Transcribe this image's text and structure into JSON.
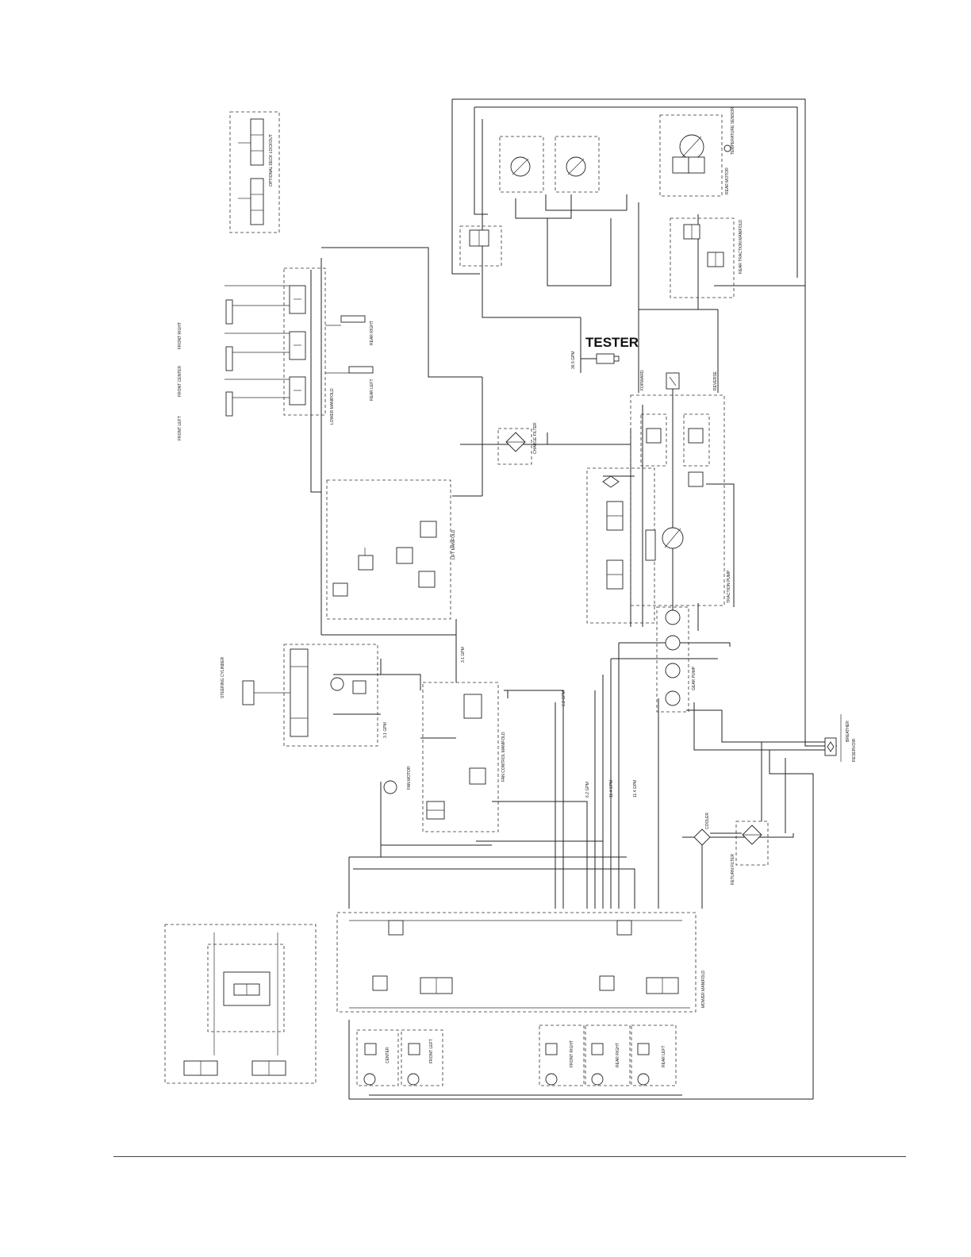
{
  "labels": {
    "tester": "TESTER",
    "forward": "FORWARD",
    "reverse": "REVERSE",
    "gear_pump": "GEAR PUMP",
    "charge_filter": "CHARGE FILTER",
    "lift_manifold": "LIFT MANIFOLD",
    "mower_manifold": "MOWER MANIFOLD",
    "fan_control_manifold": "FAN CONTROL MANIFOLD",
    "steering_cylinder": "STEERING CYLINDER",
    "rear_traction_manifold": "REAR TRACTION MANIFOLD",
    "rear_motor": "REAR MOTOR",
    "temperature_sensor": "TEMPERATURE SENSOR",
    "optional_deck_lockout": "OPTIONAL DECK LOCKOUT",
    "reservoir": "RESERVOIR",
    "breather": "BREATHER",
    "cooler": "COOLER",
    "return_filter": "RETURN FILTER",
    "fan_motor": "FAN MOTOR",
    "lower_manifold": "LOWER MANIFOLD",
    "traction_pump": "TRACTION PUMP"
  },
  "flows": {
    "f1": "6.2 GPM",
    "f2": "6.2 GPM",
    "f3": "11.4 GPM",
    "f4": "11.4 GPM",
    "f5": "3.1 GPM",
    "f6": "3.1 GPM",
    "f7": "36.5 GPM"
  },
  "decks": {
    "front_right": "FRONT RIGHT",
    "front_center": "FRONT CENTER",
    "front_left": "FRONT LEFT",
    "rear_right": "REAR RIGHT",
    "rear_left": "REAR LEFT",
    "center": "CENTER"
  }
}
